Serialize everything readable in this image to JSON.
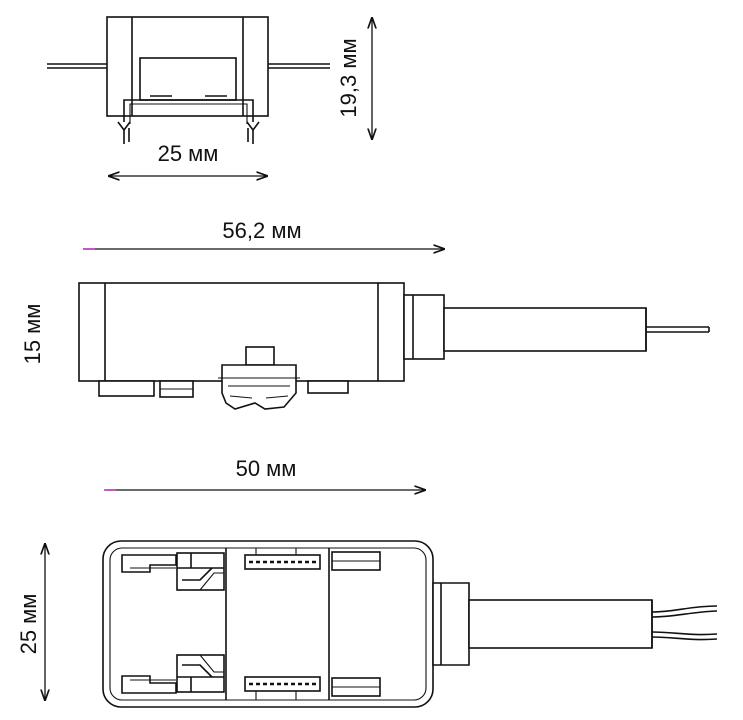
{
  "dimensions": {
    "top_width": "25 мм",
    "top_height": "19,3 мм",
    "side_length": "56,2 мм",
    "side_height": "15 мм",
    "bottom_length": "50 мм",
    "bottom_width": "25 мм"
  },
  "colors": {
    "line": "#111111",
    "background": "#ffffff",
    "arrow_tail_accent": "#c040c0"
  }
}
